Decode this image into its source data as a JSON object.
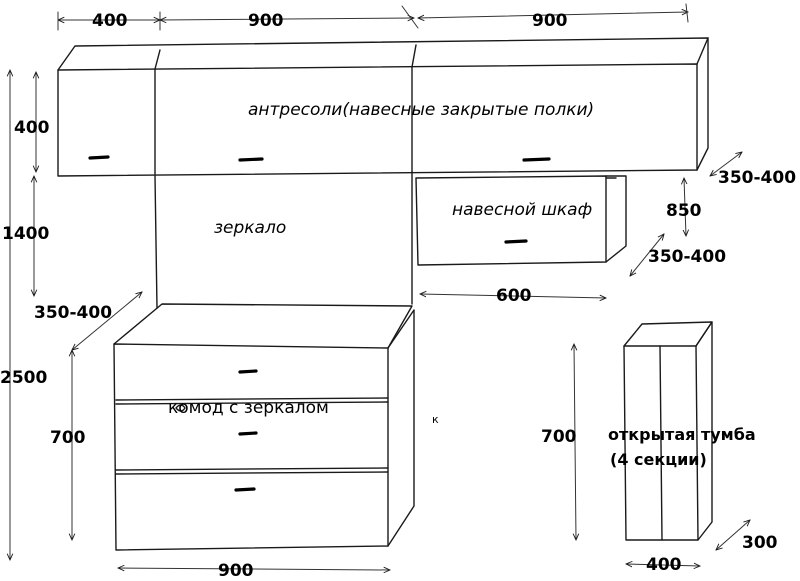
{
  "labels": {
    "mezzanine": "антресоли(навесные закрытые полки)",
    "mirror": "зеркало",
    "wall_cabinet": "навесной шкаф",
    "dresser": "комод с зеркалом",
    "cabinet_line1": "открытая тумба",
    "cabinet_line2": "(4 секции)",
    "stray_mark": "к"
  },
  "dimensions": {
    "top_left_width": "400",
    "top_middle_width": "900",
    "top_right_width": "900",
    "mezzanine_height": "400",
    "mirror_height": "1400",
    "total_height": "2500",
    "dresser_depth": "350-400",
    "dresser_height": "700",
    "dresser_width": "900",
    "mezzanine_depth": "350-400",
    "wall_cabinet_height": "850",
    "wall_cabinet_depth": "350-400",
    "wall_cabinet_width": "600",
    "cabinet_height": "700",
    "cabinet_width": "400",
    "cabinet_depth": "300"
  }
}
